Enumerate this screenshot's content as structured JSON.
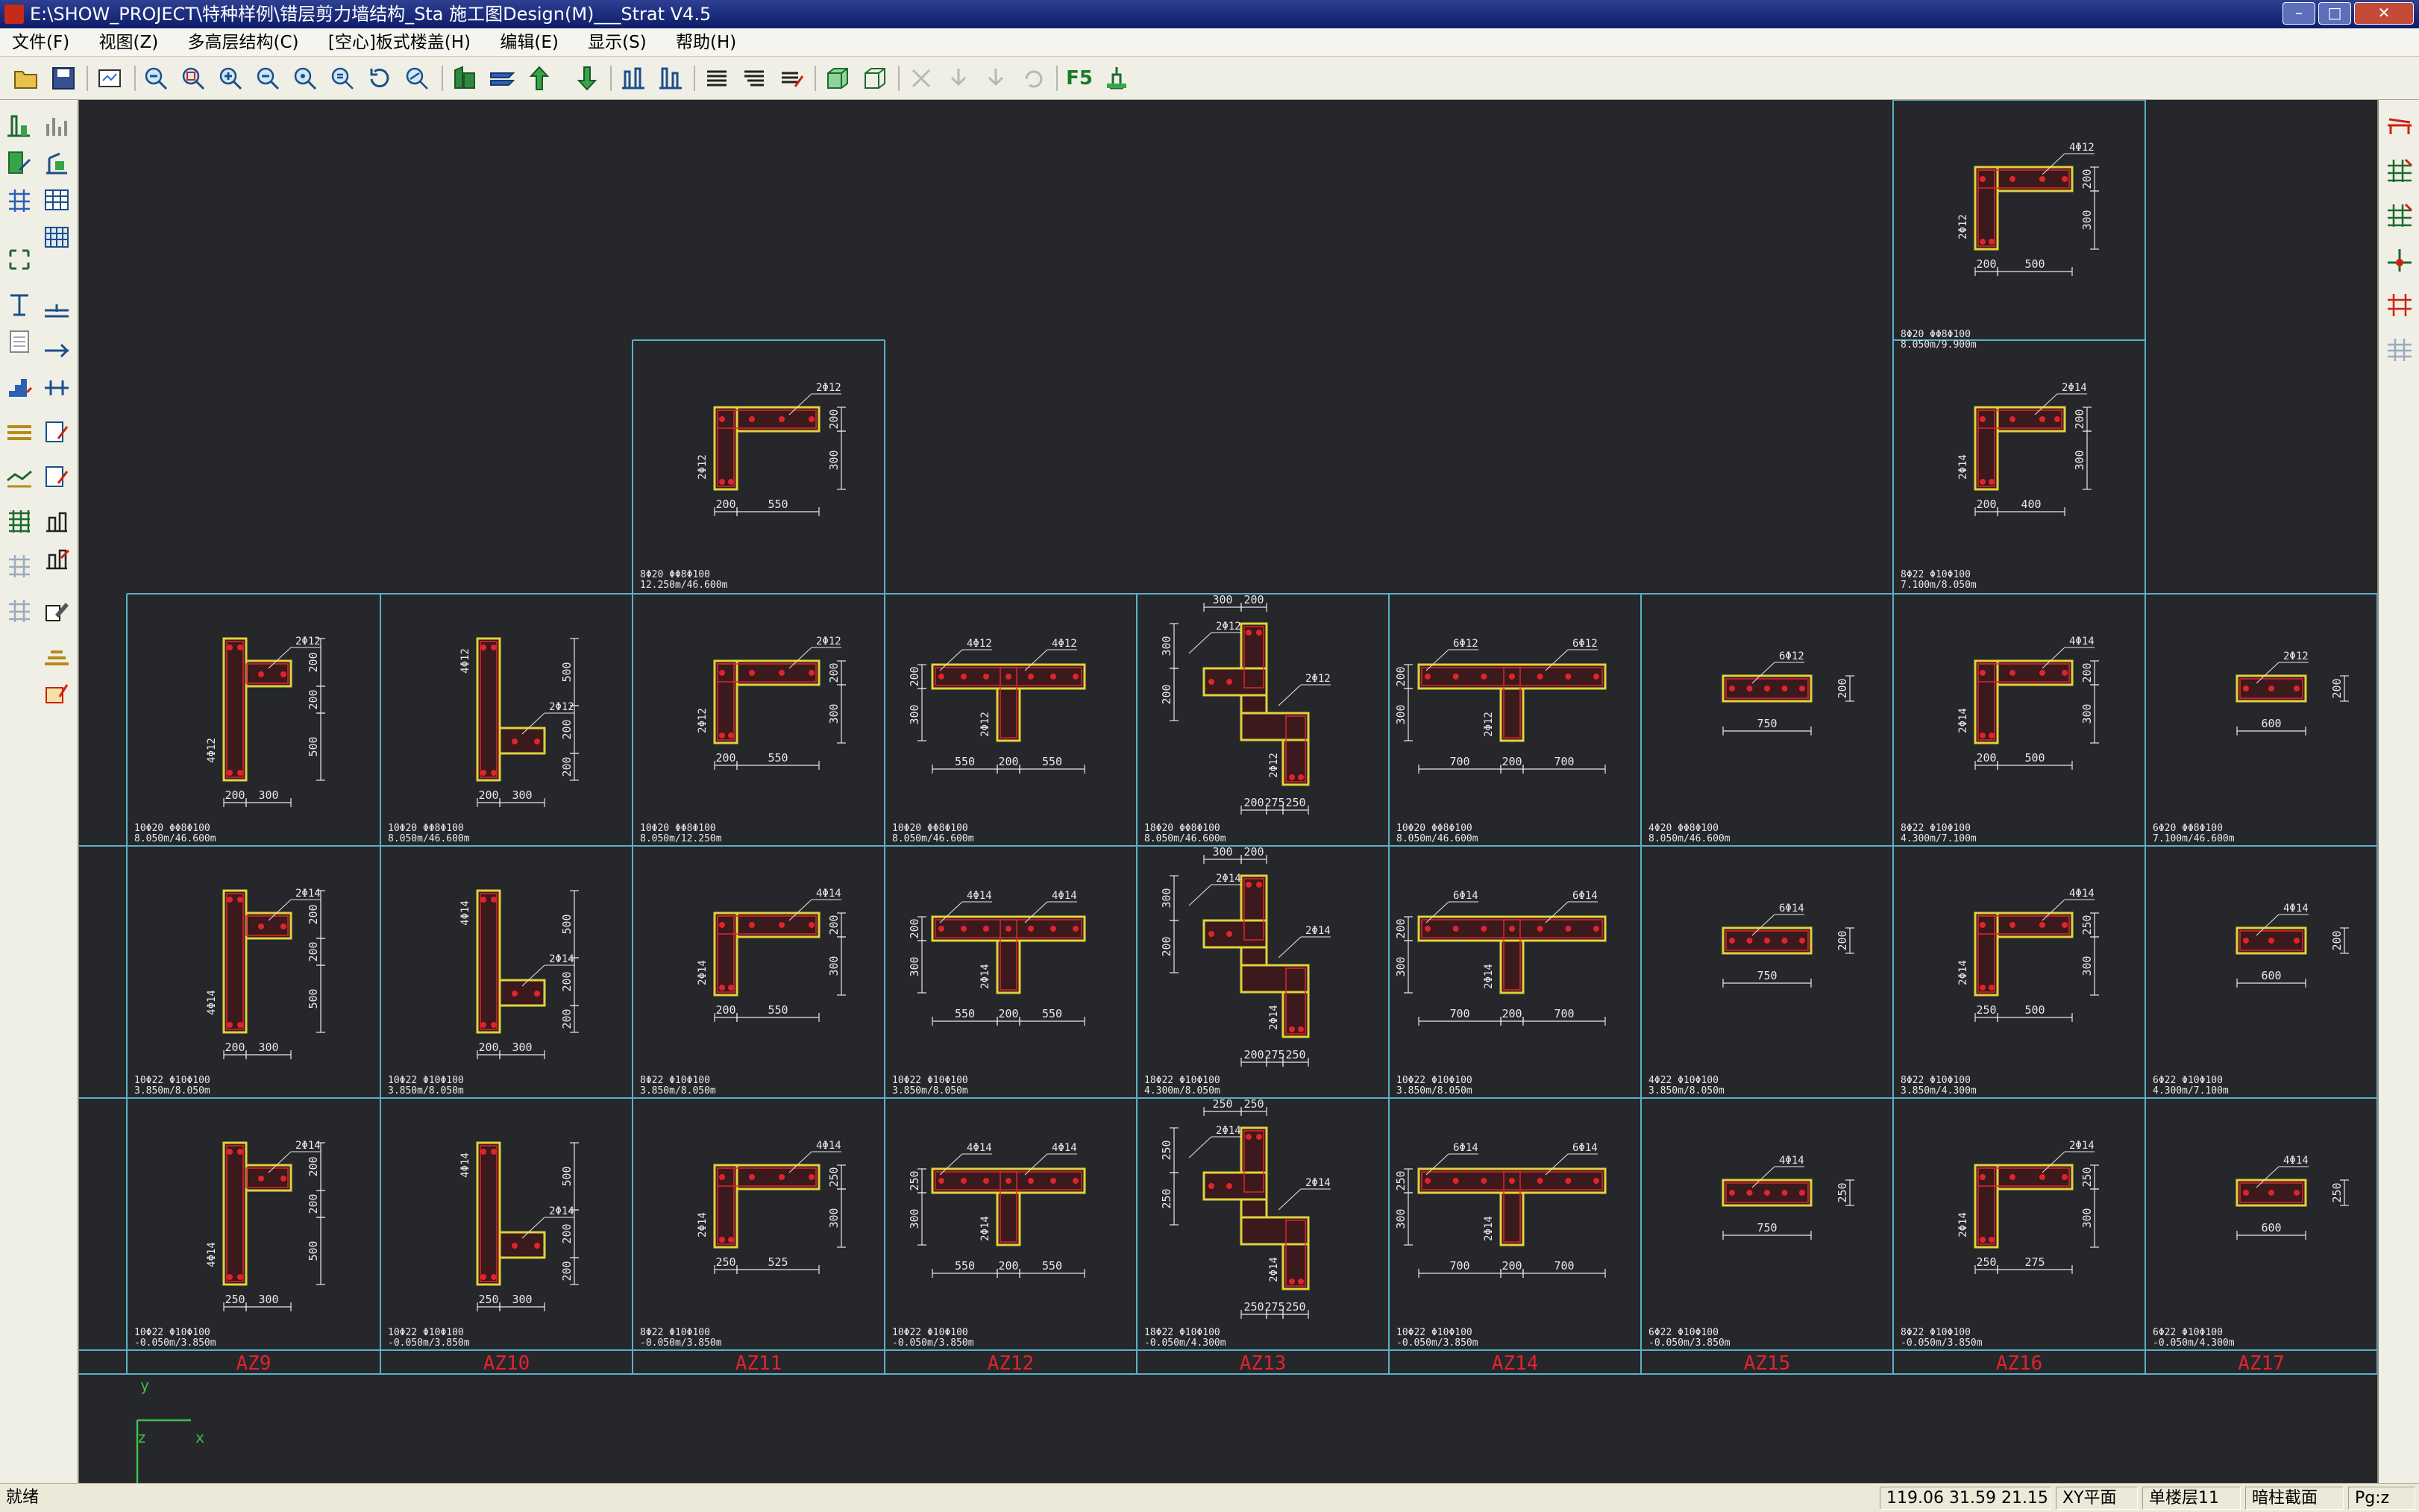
{
  "window": {
    "title": "E:\\SHOW_PROJECT\\特种样例\\错层剪力墙结构_Sta  施工图Design(M)___Strat V4.5",
    "controls": {
      "minimize": "–",
      "maximize": "□",
      "close": "✕"
    }
  },
  "menu": [
    "文件(F)",
    "视图(Z)",
    "多高层结构(C)",
    "[空心]板式楼盖(H)",
    "编辑(E)",
    "显示(S)",
    "帮助(H)"
  ],
  "toolbar": {
    "f5_label": "F5"
  },
  "status": {
    "ready": "就绪",
    "coords": "119.06    31.59    21.15",
    "plane": "XY平面",
    "floor": "单楼层11",
    "section": "暗柱截面",
    "mode": "Pg:z"
  },
  "axis": {
    "y": "y",
    "x": "x",
    "z": "z"
  },
  "colors": {
    "background": "#25272b",
    "grid": "#5ab0c8",
    "outline": "#e0d23c",
    "rebar": "#e0242c",
    "text": "#e8e8e8",
    "label": "#e0242c"
  },
  "columns": [
    "AZ9",
    "AZ10",
    "AZ11",
    "AZ12",
    "AZ13",
    "AZ14",
    "AZ15",
    "AZ16",
    "AZ17"
  ],
  "cells": {
    "top11": {
      "bars": "2Φ12",
      "side": "2Φ12",
      "dims": [
        "200",
        "550"
      ],
      "vdims": [
        "200",
        "300"
      ],
      "spec": "8Φ20  ΦΦ8Φ100",
      "range": "12.250m/46.600m"
    },
    "top16a": {
      "bars": "4Φ12",
      "side": "2Φ12",
      "dims": [
        "200",
        "500"
      ],
      "vdims": [
        "200",
        "300"
      ],
      "spec": "8Φ20  ΦΦ8Φ100",
      "range": "8.050m/9.900m"
    },
    "top16b": {
      "bars": "2Φ14",
      "side": "2Φ14",
      "dims": [
        "200",
        "400"
      ],
      "vdims": [
        "200",
        "300"
      ],
      "spec": "8Φ22  Φ10Φ100",
      "range": "7.100m/8.050m"
    },
    "r1": [
      {
        "bars": "2Φ12",
        "side": "4Φ12",
        "dims": [
          "200",
          "300"
        ],
        "vdims": [
          "200",
          "200",
          "500"
        ],
        "spec": "10Φ20  ΦΦ8Φ100",
        "range": "8.050m/46.600m"
      },
      {
        "bars": "2Φ12",
        "side": "4Φ12",
        "dims": [
          "200",
          "300"
        ],
        "vdims": [
          "500",
          "200",
          "200"
        ],
        "spec": "10Φ20  ΦΦ8Φ100",
        "range": "8.050m/46.600m"
      },
      {
        "bars": "2Φ12",
        "side": "2Φ12",
        "dims": [
          "200",
          "550"
        ],
        "vdims": [
          "200",
          "300"
        ],
        "spec": "10Φ20  ΦΦ8Φ100",
        "range": "8.050m/12.250m"
      },
      {
        "bars": "4Φ12",
        "bars2": "4Φ12",
        "side": "2Φ12",
        "dims": [
          "550",
          "200",
          "550"
        ],
        "vdims": [
          "200",
          "300"
        ],
        "spec": "10Φ20  ΦΦ8Φ100",
        "range": "8.050m/46.600m"
      },
      {
        "bars": "2Φ12",
        "bars2": "2Φ12",
        "side": "2Φ12",
        "dims": [
          "200",
          "275",
          "250"
        ],
        "topdims": [
          "300",
          "200"
        ],
        "vdims": [
          "300",
          "200"
        ],
        "spec": "18Φ20  ΦΦ8Φ100",
        "range": "8.050m/46.600m"
      },
      {
        "bars": "6Φ12",
        "bars2": "6Φ12",
        "side": "2Φ12",
        "dims": [
          "700",
          "200",
          "700"
        ],
        "vdims": [
          "200",
          "300"
        ],
        "spec": "10Φ20  ΦΦ8Φ100",
        "range": "8.050m/46.600m"
      },
      {
        "bars": "6Φ12",
        "dims": [
          "750"
        ],
        "vdims": [
          "200"
        ],
        "spec": "4Φ20  ΦΦ8Φ100",
        "range": "8.050m/46.600m"
      },
      {
        "bars": "4Φ14",
        "side": "2Φ14",
        "dims": [
          "200",
          "500"
        ],
        "vdims": [
          "200",
          "300"
        ],
        "spec": "8Φ22  Φ10Φ100",
        "range": "4.300m/7.100m"
      },
      {
        "bars": "2Φ12",
        "dims": [
          "600"
        ],
        "vdims": [
          "200"
        ],
        "spec": "6Φ20  ΦΦ8Φ100",
        "range": "7.100m/46.600m"
      }
    ],
    "r2": [
      {
        "bars": "2Φ14",
        "side": "4Φ14",
        "dims": [
          "200",
          "300"
        ],
        "vdims": [
          "200",
          "200",
          "500"
        ],
        "spec": "10Φ22  Φ10Φ100",
        "range": "3.850m/8.050m"
      },
      {
        "bars": "2Φ14",
        "side": "4Φ14",
        "dims": [
          "200",
          "300"
        ],
        "vdims": [
          "500",
          "200",
          "200"
        ],
        "spec": "10Φ22  Φ10Φ100",
        "range": "3.850m/8.050m"
      },
      {
        "bars": "4Φ14",
        "side": "2Φ14",
        "dims": [
          "200",
          "550"
        ],
        "vdims": [
          "200",
          "300"
        ],
        "spec": "8Φ22  Φ10Φ100",
        "range": "3.850m/8.050m"
      },
      {
        "bars": "4Φ14",
        "bars2": "4Φ14",
        "side": "2Φ14",
        "dims": [
          "550",
          "200",
          "550"
        ],
        "vdims": [
          "200",
          "300"
        ],
        "spec": "10Φ22  Φ10Φ100",
        "range": "3.850m/8.050m"
      },
      {
        "bars": "2Φ14",
        "bars2": "2Φ14",
        "side": "2Φ14",
        "dims": [
          "200",
          "275",
          "250"
        ],
        "topdims": [
          "300",
          "200"
        ],
        "vdims": [
          "300",
          "200"
        ],
        "spec": "18Φ22  Φ10Φ100",
        "range": "4.300m/8.050m"
      },
      {
        "bars": "6Φ14",
        "bars2": "6Φ14",
        "side": "2Φ14",
        "dims": [
          "700",
          "200",
          "700"
        ],
        "vdims": [
          "200",
          "300"
        ],
        "spec": "10Φ22  Φ10Φ100",
        "range": "3.850m/8.050m"
      },
      {
        "bars": "6Φ14",
        "dims": [
          "750"
        ],
        "vdims": [
          "200"
        ],
        "spec": "4Φ22  Φ10Φ100",
        "range": "3.850m/8.050m"
      },
      {
        "bars": "4Φ14",
        "side": "2Φ14",
        "dims": [
          "250",
          "500"
        ],
        "vdims": [
          "250",
          "300"
        ],
        "spec": "8Φ22  Φ10Φ100",
        "range": "3.850m/4.300m"
      },
      {
        "bars": "4Φ14",
        "dims": [
          "600"
        ],
        "vdims": [
          "200"
        ],
        "spec": "6Φ22  Φ10Φ100",
        "range": "4.300m/7.100m"
      }
    ],
    "r3": [
      {
        "bars": "2Φ14",
        "side": "4Φ14",
        "dims": [
          "250",
          "300"
        ],
        "vdims": [
          "200",
          "200",
          "500"
        ],
        "spec": "10Φ22  Φ10Φ100",
        "range": "-0.050m/3.850m"
      },
      {
        "bars": "2Φ14",
        "side": "4Φ14",
        "dims": [
          "250",
          "300"
        ],
        "vdims": [
          "500",
          "200",
          "200"
        ],
        "spec": "10Φ22  Φ10Φ100",
        "range": "-0.050m/3.850m"
      },
      {
        "bars": "4Φ14",
        "side": "2Φ14",
        "dims": [
          "250",
          "525"
        ],
        "vdims": [
          "250",
          "300"
        ],
        "spec": "8Φ22  Φ10Φ100",
        "range": "-0.050m/3.850m"
      },
      {
        "bars": "4Φ14",
        "bars2": "4Φ14",
        "side": "2Φ14",
        "dims": [
          "550",
          "200",
          "550"
        ],
        "vdims": [
          "250",
          "300"
        ],
        "spec": "10Φ22  Φ10Φ100",
        "range": "-0.050m/3.850m"
      },
      {
        "bars": "2Φ14",
        "bars2": "2Φ14",
        "side": "2Φ14",
        "dims": [
          "250",
          "275",
          "250"
        ],
        "topdims": [
          "250",
          "250"
        ],
        "vdims": [
          "250",
          "250"
        ],
        "spec": "18Φ22  Φ10Φ100",
        "range": "-0.050m/4.300m"
      },
      {
        "bars": "6Φ14",
        "bars2": "6Φ14",
        "side": "2Φ14",
        "dims": [
          "700",
          "200",
          "700"
        ],
        "vdims": [
          "250",
          "300"
        ],
        "spec": "10Φ22  Φ10Φ100",
        "range": "-0.050m/3.850m"
      },
      {
        "bars": "4Φ14",
        "dims": [
          "750"
        ],
        "vdims": [
          "250"
        ],
        "spec": "6Φ22  Φ10Φ100",
        "range": "-0.050m/3.850m"
      },
      {
        "bars": "2Φ14",
        "side": "2Φ14",
        "dims": [
          "250",
          "275"
        ],
        "vdims": [
          "250",
          "300"
        ],
        "spec": "8Φ22  Φ10Φ100",
        "range": "-0.050m/3.850m"
      },
      {
        "bars": "4Φ14",
        "dims": [
          "600"
        ],
        "vdims": [
          "250"
        ],
        "spec": "6Φ22  Φ10Φ100",
        "range": "-0.050m/4.300m"
      }
    ]
  }
}
